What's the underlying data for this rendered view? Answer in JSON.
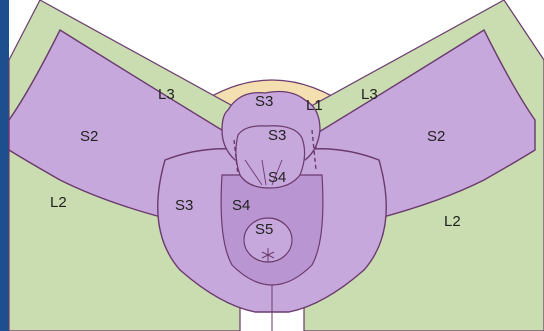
{
  "colors": {
    "frame": "#1d4f8f",
    "green": "#c9ddb0",
    "purple": "#c7a8dc",
    "purple_dark": "#b996d2",
    "tan": "#f3dfb0",
    "outline": "#6b3a6e"
  },
  "labels": {
    "left_L3": "L3",
    "left_S2": "S2",
    "left_L2": "L2",
    "left_S3": "S3",
    "center_S4": "S4",
    "center_S5": "S5",
    "top_S3": "S3",
    "mid_S3": "S3",
    "top_L1": "L1",
    "mid_S4": "S4",
    "right_L3": "L3",
    "right_S2": "S2",
    "right_L2": "L2"
  }
}
